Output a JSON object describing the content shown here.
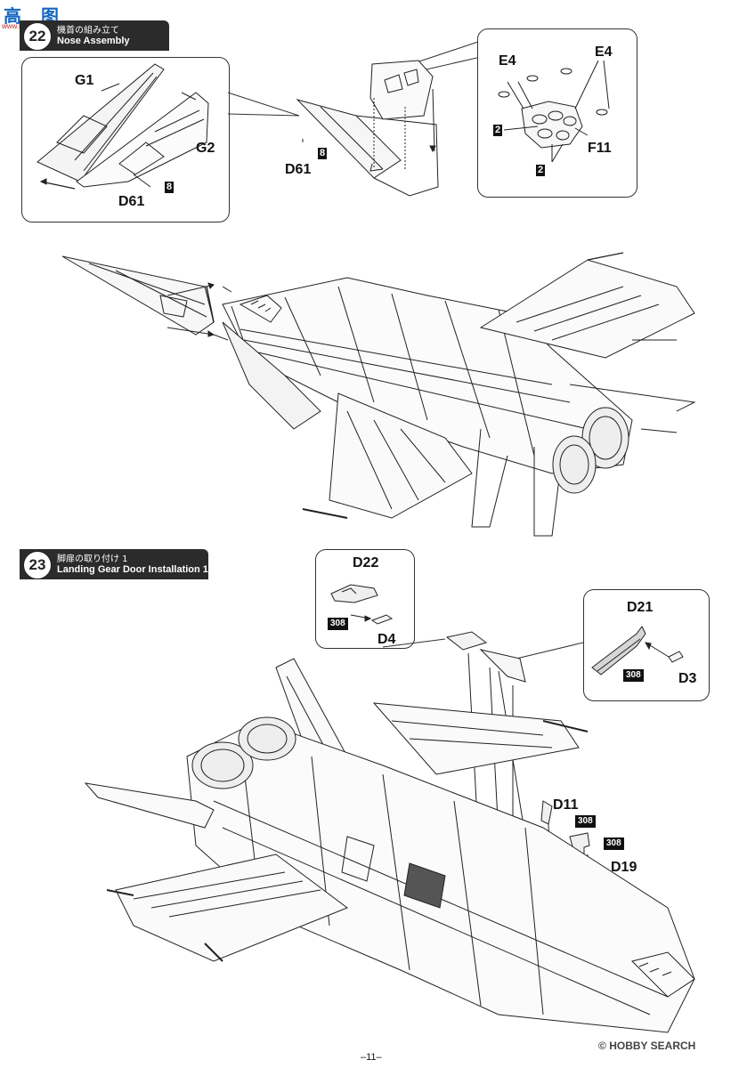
{
  "watermark_top": {
    "logo": "高",
    "logo2": "图",
    "url": "www.hobbysearch.cn"
  },
  "step22": {
    "number": "22",
    "title_jp": "機首の組み立て",
    "title_en": "Nose Assembly",
    "labels": {
      "g1": "G1",
      "g2": "G2",
      "d61_a": "D61",
      "d61_b": "D61",
      "e4_a": "E4",
      "e4_b": "E4",
      "f11": "F11"
    },
    "tags": {
      "t8a": "8",
      "t8b": "8",
      "t2a": "2",
      "t2b": "2"
    }
  },
  "step23": {
    "number": "23",
    "title_jp": "脚扉の取り付け 1",
    "title_en": "Landing Gear Door Installation 1",
    "labels": {
      "d22": "D22",
      "d4": "D4",
      "d21": "D21",
      "d3": "D3",
      "d11": "D11",
      "d19": "D19"
    },
    "tags": {
      "c308a": "308",
      "c308b": "308",
      "c308c": "308",
      "c308d": "308"
    }
  },
  "footer": {
    "page": "–11–",
    "brand": "HOBBY SEARCH",
    "copyright": "©"
  }
}
